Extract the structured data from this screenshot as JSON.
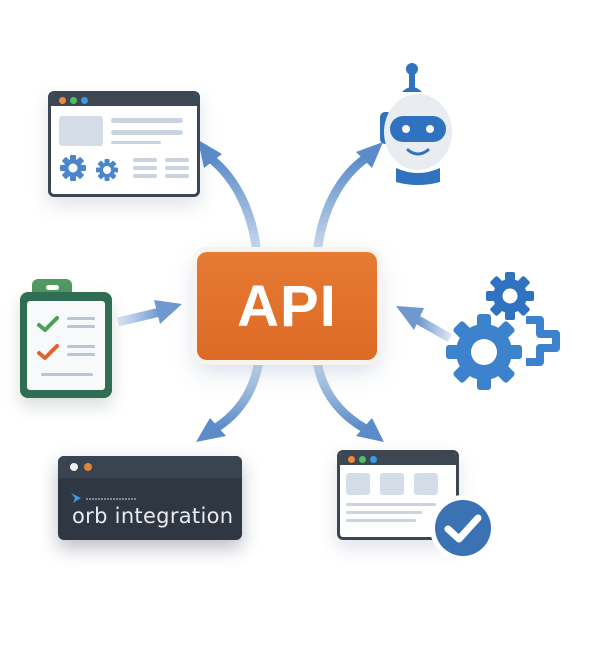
{
  "center": {
    "label": "API",
    "color": "#e0702b"
  },
  "colors": {
    "arrow": "#5b8cc9",
    "icon_blue": "#3a78c2",
    "window_frame": "#3d4653",
    "clipboard_green": "#2f6e55",
    "check_green": "#4a9f5a",
    "check_orange": "#e0642c"
  },
  "nodes": [
    {
      "id": "web-dashboard",
      "type": "browser-window-with-gears",
      "position": "top-left",
      "direction": "outgoing"
    },
    {
      "id": "chatbot",
      "type": "robot-head",
      "position": "top-right",
      "direction": "outgoing"
    },
    {
      "id": "checklist",
      "type": "clipboard-checklist",
      "position": "left",
      "direction": "incoming"
    },
    {
      "id": "automation",
      "type": "gears-with-plus",
      "position": "right",
      "direction": "incoming"
    },
    {
      "id": "terminal",
      "type": "terminal-window",
      "position": "bottom-left",
      "direction": "outgoing",
      "text": "orb integration"
    },
    {
      "id": "verified-app",
      "type": "browser-window-with-check",
      "position": "bottom-right",
      "direction": "outgoing"
    }
  ],
  "terminal": {
    "title_text": "orb integration"
  }
}
